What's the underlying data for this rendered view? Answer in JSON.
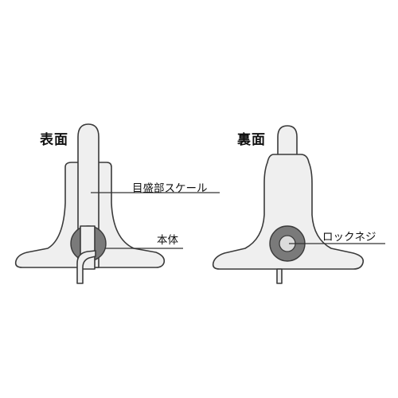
{
  "front": {
    "title": "表面",
    "labels": {
      "scale": "目盛部スケール",
      "body": "本体"
    }
  },
  "back": {
    "title": "裏面",
    "labels": {
      "lock_screw": "ロックネジ"
    }
  }
}
